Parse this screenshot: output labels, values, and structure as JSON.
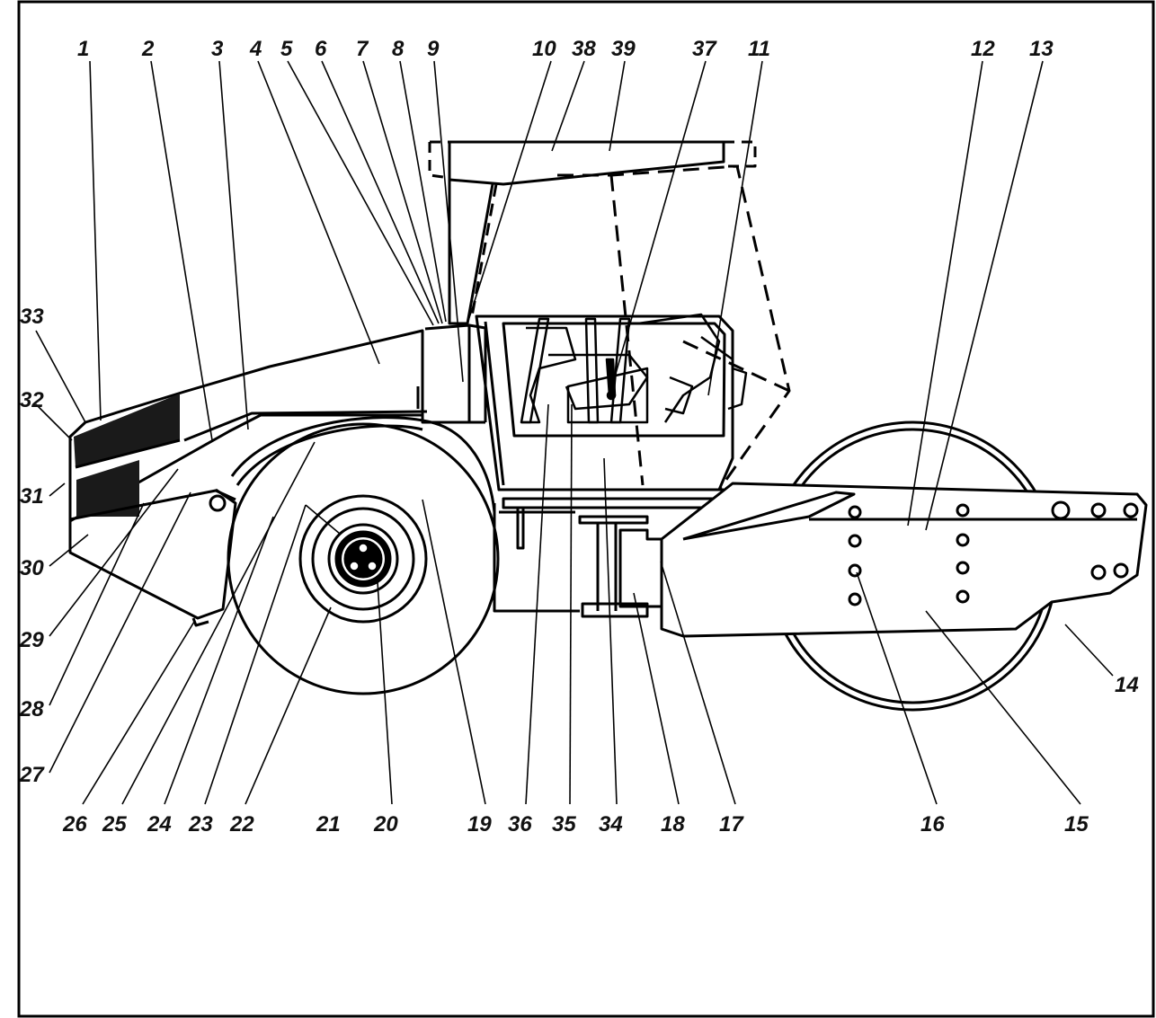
{
  "diagram": {
    "subject": "compactor-side-view",
    "callouts": [
      "1",
      "2",
      "3",
      "4",
      "5",
      "6",
      "7",
      "8",
      "9",
      "10",
      "38",
      "39",
      "37",
      "11",
      "12",
      "13",
      "33",
      "32",
      "31",
      "30",
      "29",
      "28",
      "27",
      "26",
      "25",
      "24",
      "23",
      "22",
      "21",
      "20",
      "19",
      "36",
      "35",
      "34",
      "18",
      "17",
      "16",
      "15",
      "14"
    ]
  },
  "colors": {
    "line": "#000000",
    "panel": "#1a1a1a",
    "background": "#ffffff"
  }
}
